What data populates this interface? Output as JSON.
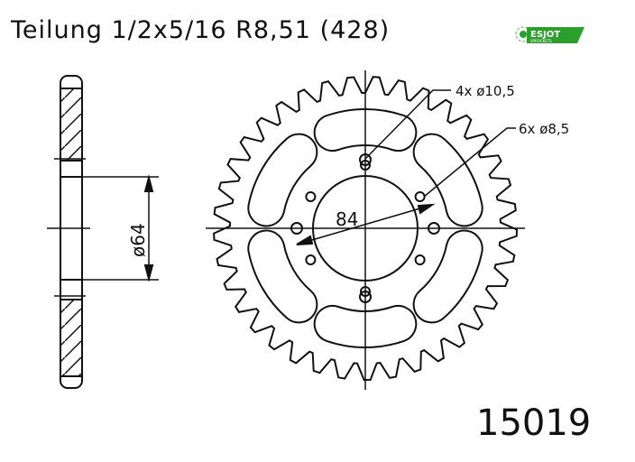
{
  "title": "Teilung 1/2x5/16 R8,51 (428)",
  "part_number": "15019",
  "logo": {
    "text": "ESJOT",
    "subtext": "SPROCKETS",
    "color": "#2aa02a"
  },
  "dimensions": {
    "hub_diameter": "ø64",
    "bolt_circle": "84",
    "holes_large": "4x ø10,5",
    "holes_small": "6x ø8,5"
  }
}
